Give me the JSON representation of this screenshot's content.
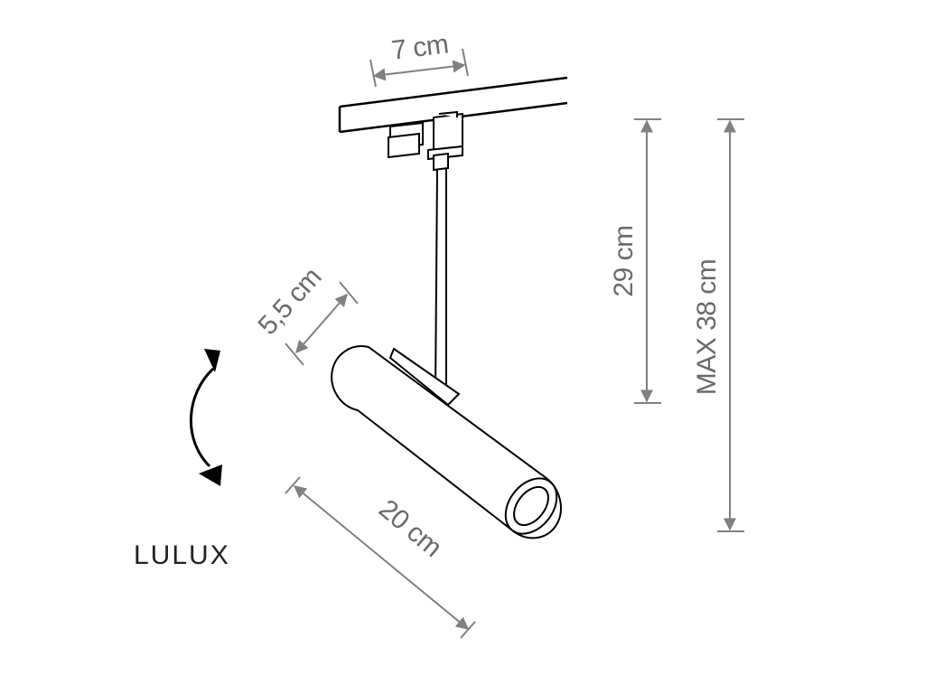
{
  "dimensions": {
    "width_top": "7 cm",
    "height": "29 cm",
    "max_height": "MAX 38 cm",
    "diameter": "5,5 cm",
    "length": "20 cm"
  },
  "brand": "LULUX",
  "colors": {
    "line": "#000000",
    "dimension": "#808080",
    "dimension_text": "#6a6a6a",
    "brand_text": "#222222"
  },
  "icons": {
    "rotation": "curved-double-arrow-icon"
  }
}
